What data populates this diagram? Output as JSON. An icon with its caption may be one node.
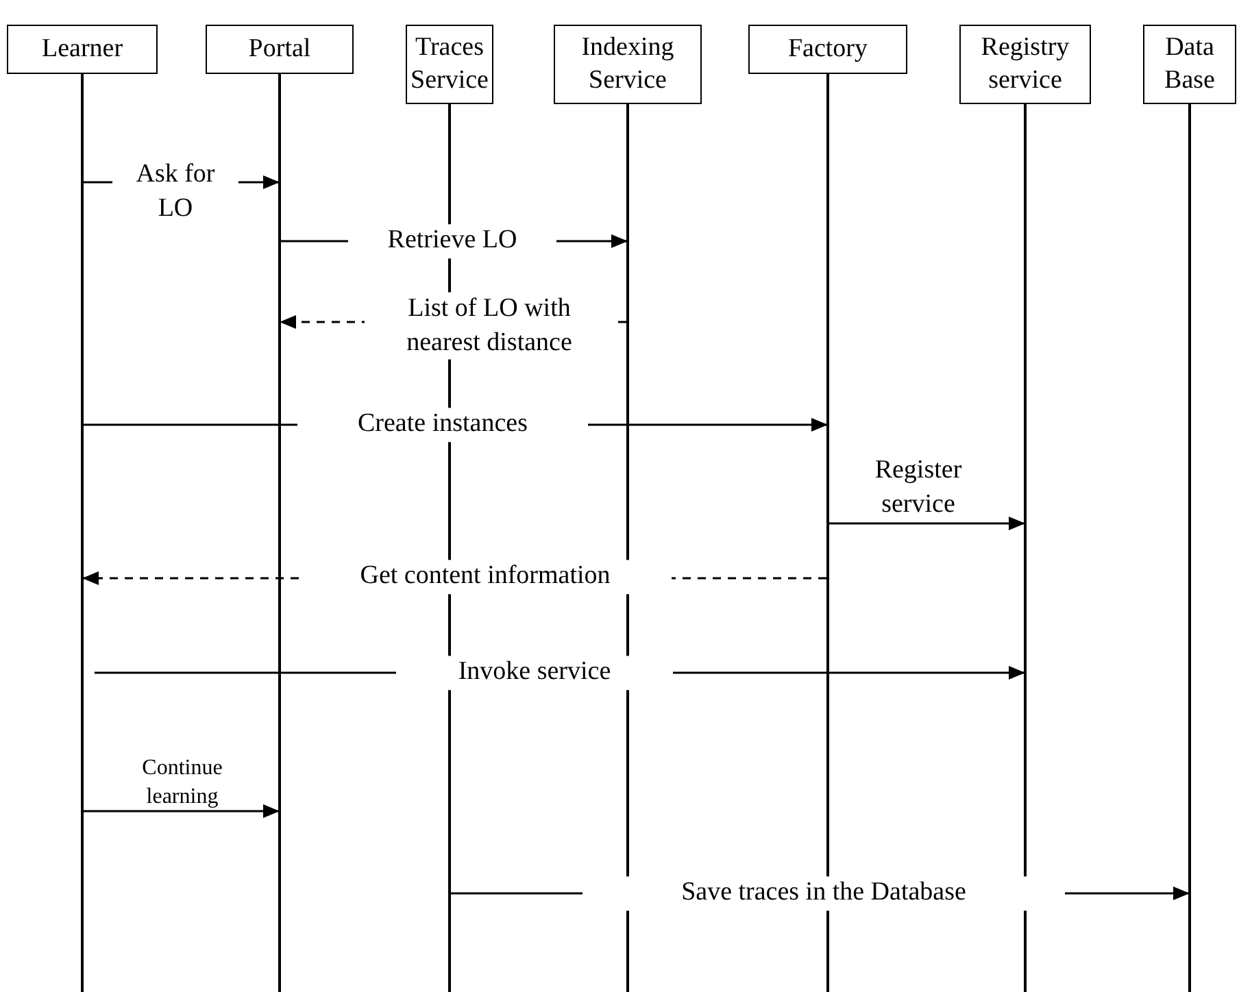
{
  "diagram": {
    "nodes": [
      {
        "text": [
          "Learner"
        ]
      },
      {
        "text": [
          "Portal"
        ]
      },
      {
        "text": [
          "Traces Service"
        ]
      },
      {
        "text": [
          "Indexing Service"
        ]
      },
      {
        "text": [
          "Factory"
        ]
      },
      {
        "text": [
          "Registry service"
        ]
      },
      {
        "text": [
          "Data Base"
        ]
      },
      {
        "text": [],
        "shape": "line"
      },
      {
        "text": [],
        "shape": "line"
      },
      {
        "text": [],
        "shape": "line"
      },
      {
        "text": [],
        "shape": "line"
      },
      {
        "text": [],
        "shape": "line"
      },
      {
        "text": [],
        "shape": "line"
      },
      {
        "text": [],
        "shape": "line"
      }
    ],
    "edges": [
      {
        "from": 7,
        "to": 8,
        "arrow": "to",
        "label": "Ask for LO"
      },
      {
        "from": 8,
        "to": 10,
        "arrow": "to",
        "label": "Retrieve LO"
      },
      {
        "from": 10,
        "to": 8,
        "arrow": "to",
        "label": "List of LO with nearest distance",
        "style": "dashed"
      },
      {
        "from": 7,
        "to": 11,
        "arrow": "to",
        "label": "Create instances"
      },
      {
        "from": 11,
        "to": 12,
        "arrow": "to",
        "label": "Register service"
      },
      {
        "from": 11,
        "to": 7,
        "arrow": "to",
        "label": "Get content information",
        "style": "dashed"
      },
      {
        "from": 7,
        "to": 12,
        "arrow": "to",
        "label": "Invoke service"
      },
      {
        "from": 7,
        "to": 8,
        "arrow": "to",
        "label": "Continue learning"
      },
      {
        "from": 9,
        "to": 13,
        "arrow": "to",
        "label": "Save traces in the Database"
      }
    ]
  }
}
